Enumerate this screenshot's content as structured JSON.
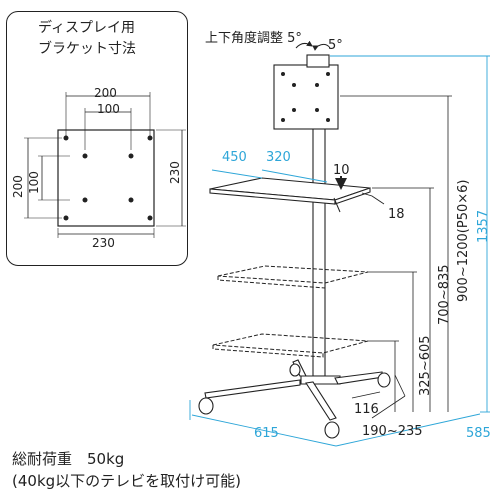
{
  "inset": {
    "title_line1": "ディスプレイ用",
    "title_line2": "ブラケット寸法",
    "dim_hole_outer_w": "200",
    "dim_hole_inner_w": "100",
    "dim_plate_w": "230",
    "dim_plate_h": "230",
    "dim_hole_outer_h": "200",
    "dim_hole_inner_h": "100"
  },
  "main": {
    "tilt_label": "上下角度調整 5°",
    "tilt_right": "5°",
    "shelf_w": "450",
    "shelf_d": "320",
    "shelf_thickness": "10",
    "shelf_lip": "18",
    "h_total": "1357",
    "h_shelf_range": "900~1200(P50×6)",
    "h_mid_range": "700~835",
    "h_low_range": "325~605",
    "base_w": "615",
    "base_d": "585",
    "base_inner": "116",
    "base_gap": "190~235"
  },
  "footer": {
    "load_line1": "総耐荷重　50kg",
    "load_line2": "(40kg以下のテレビを取付け可能)"
  },
  "colors": {
    "accent": "#2ea6d8",
    "line": "#222222",
    "shelf_blue": "#2ea6d8"
  }
}
